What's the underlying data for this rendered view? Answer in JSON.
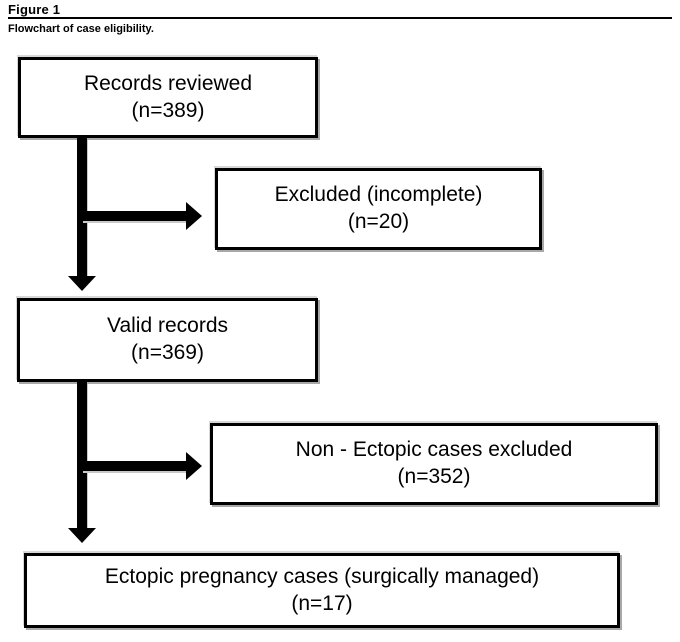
{
  "figure": {
    "label": "Figure 1",
    "caption": "Flowchart of case eligibility."
  },
  "flowchart": {
    "nodes": [
      {
        "id": "records-reviewed",
        "line1": "Records reviewed",
        "line2": "(n=389)"
      },
      {
        "id": "excluded-incomplete",
        "line1": "Excluded (incomplete)",
        "line2": "(n=20)"
      },
      {
        "id": "valid-records",
        "line1": "Valid records",
        "line2": "(n=369)"
      },
      {
        "id": "non-ectopic-excluded",
        "line1": "Non - Ectopic cases excluded",
        "line2": "(n=352)"
      },
      {
        "id": "ectopic-cases",
        "line1": "Ectopic pregnancy cases (surgically managed)",
        "line2": "(n=17)"
      }
    ],
    "edges": [
      {
        "from": "records-reviewed",
        "to": "valid-records",
        "type": "arrow-down"
      },
      {
        "from": "records-reviewed",
        "to": "excluded-incomplete",
        "type": "branch-right"
      },
      {
        "from": "valid-records",
        "to": "ectopic-cases",
        "type": "arrow-down"
      },
      {
        "from": "valid-records",
        "to": "non-ectopic-excluded",
        "type": "branch-right"
      }
    ]
  },
  "colors": {
    "background": "#ffffff",
    "text": "#000000",
    "box_border": "#000000",
    "box_shadow": "#a8a8a8",
    "arrow": "#000000",
    "figure_rule": "#000000"
  }
}
